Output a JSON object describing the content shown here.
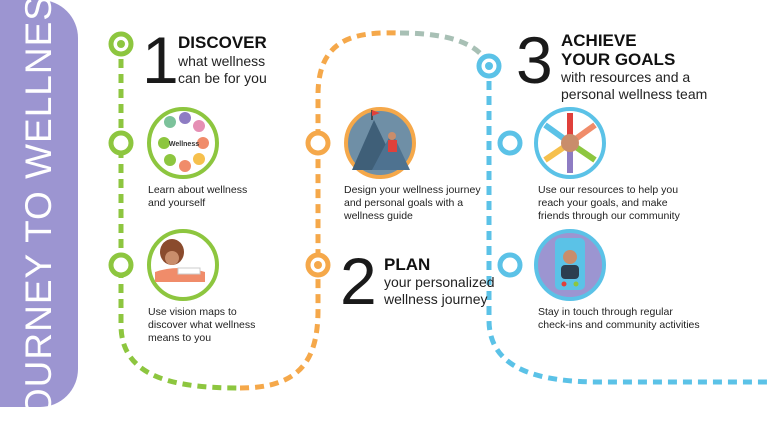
{
  "sidebar": {
    "title": "JOURNEY TO WELLNESS"
  },
  "colors": {
    "green": "#8dc63f",
    "orange": "#f5a84a",
    "blue": "#5bc2e7",
    "purple": "#9c95d1",
    "tan": "#c9b58b"
  },
  "steps": [
    {
      "number": "1",
      "heading": "DISCOVER",
      "subheading": [
        "what wellness",
        "can be for you"
      ]
    },
    {
      "number": "2",
      "heading": "PLAN",
      "subheading": [
        "your personalized",
        "wellness journey"
      ]
    },
    {
      "number": "3",
      "heading": [
        "ACHIEVE",
        "YOUR GOALS"
      ],
      "subheading": [
        "with resources and a",
        "personal wellness team"
      ]
    }
  ],
  "items": {
    "learn": [
      "Learn about wellness",
      "and yourself"
    ],
    "vision": [
      "Use vision maps to",
      "discover what wellness",
      "means to you"
    ],
    "design": [
      "Design your wellness journey",
      "and personal goals with a",
      "wellness guide"
    ],
    "resources": [
      "Use our resources to help you",
      "reach your goals, and make",
      "friends through our community"
    ],
    "touch": [
      "Stay in touch through regular",
      "check-ins and community activities"
    ]
  },
  "wheel_center_label": "Wellness"
}
